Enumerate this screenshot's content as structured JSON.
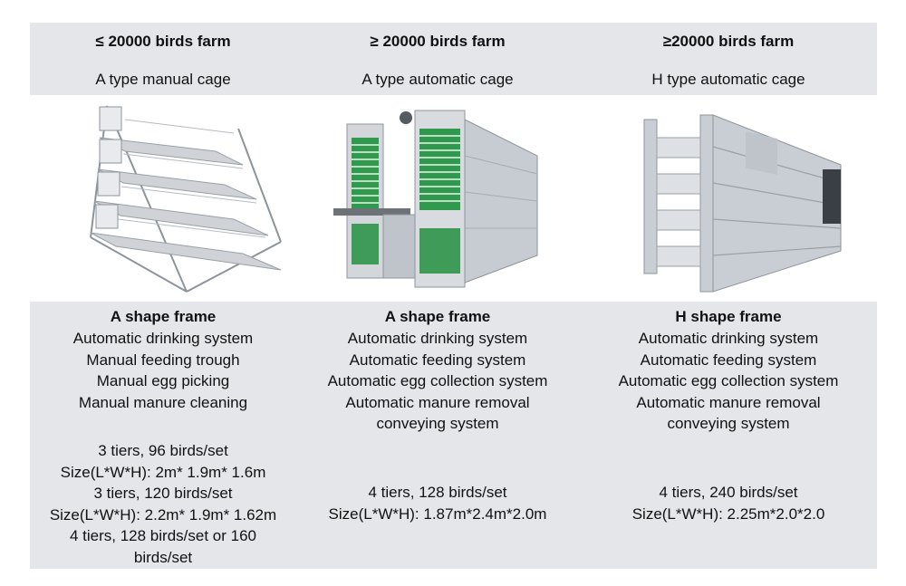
{
  "columns": [
    {
      "farm": "≤ 20000 birds farm",
      "cage_type": "A type manual cage",
      "frame": "A shape frame",
      "features": [
        "Automatic drinking system",
        "Manual feeding trough",
        "Manual egg picking",
        "Manual manure cleaning"
      ],
      "specs": [
        "3 tiers, 96 birds/set",
        "Size(L*W*H): 2m* 1.9m* 1.6m",
        "3 tiers, 120 birds/set",
        "Size(L*W*H): 2.2m* 1.9m* 1.62m",
        "4 tiers, 128 birds/set or 160 birds/set"
      ]
    },
    {
      "farm": "≥ 20000 birds farm",
      "cage_type": "A type automatic cage",
      "frame": "A shape frame",
      "features": [
        "Automatic drinking system",
        "Automatic feeding system",
        "Automatic egg collection system",
        "Automatic manure removal",
        "conveying system"
      ],
      "specs": [
        "4 tiers, 128 birds/set",
        "Size(L*W*H): 1.87m*2.4m*2.0m"
      ]
    },
    {
      "farm": "≥20000 birds farm",
      "cage_type": "H type automatic cage",
      "frame": "H shape frame",
      "features": [
        "Automatic drinking system",
        "Automatic feeding system",
        "Automatic egg collection system",
        "Automatic manure removal",
        "conveying system"
      ],
      "specs": [
        "4 tiers, 240 birds/set",
        "Size(L*W*H): 2.25m*2.0*2.0"
      ]
    }
  ],
  "colors": {
    "panel": "#e5e6ea",
    "frame_metal": "#b9bec4",
    "green_belt": "#2f9a4e"
  }
}
